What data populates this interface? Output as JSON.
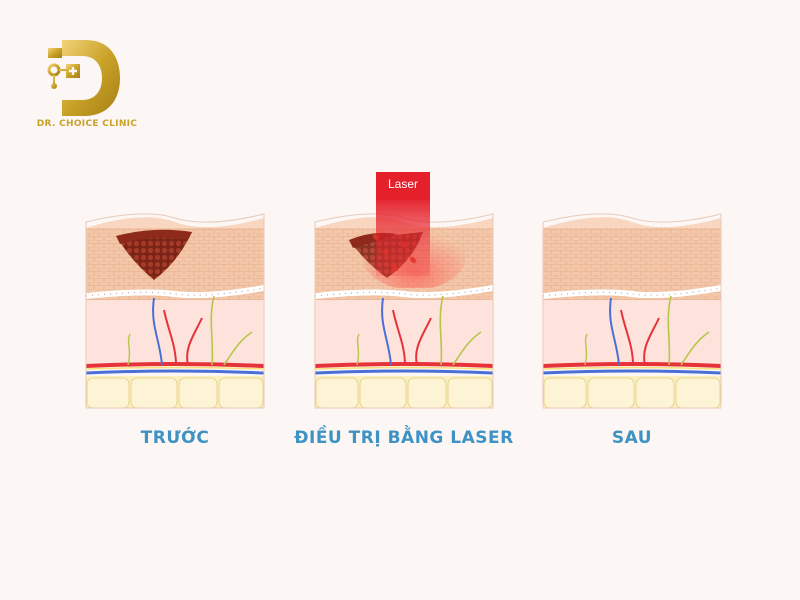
{
  "brand": {
    "name": "DR. CHOICE CLINIC",
    "logo_icon": "gold-d-cross-logo-icon",
    "color": "#c9a227"
  },
  "laser": {
    "label": "Laser",
    "color": "#e5202a"
  },
  "stages": [
    {
      "caption": "TRƯỚC",
      "state": "lesion"
    },
    {
      "caption": "ĐIỀU TRỊ BẰNG LASER",
      "state": "treating"
    },
    {
      "caption": "SAU",
      "state": "healed"
    }
  ],
  "colors": {
    "caption": "#3e93c4",
    "background": "#fcf6f4",
    "epidermis": "#f3c7a9",
    "dermis": "#fde3dc",
    "fat": "#fbeec0",
    "lesion": "#a63a28"
  }
}
